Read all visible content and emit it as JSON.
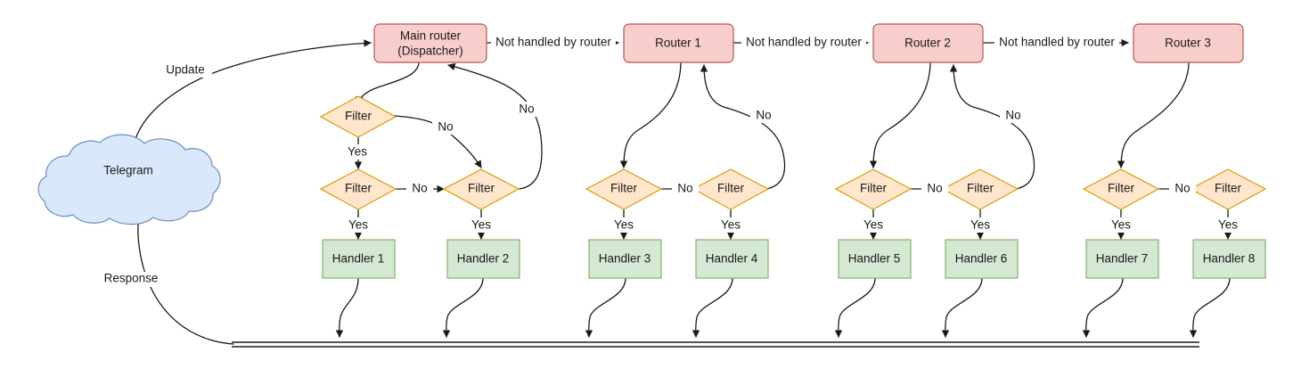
{
  "diagram": {
    "title": "Telegram bot update routing flow",
    "colors": {
      "router_fill": "#f8cecc",
      "router_stroke": "#b85450",
      "filter_fill": "#ffe6cc",
      "filter_stroke": "#d79b00",
      "handler_fill": "#d5e8d4",
      "handler_stroke": "#82b366",
      "cloud_fill": "#dae8fc",
      "cloud_stroke": "#6c8ebf",
      "edge_stroke": "#1a1a1a",
      "text": "#1a1a1a"
    },
    "source": {
      "name": "telegram-cloud",
      "label": "Telegram"
    },
    "routers": [
      {
        "name": "main-router",
        "label_line1": "Main router",
        "label_line2": "(Dispatcher)"
      },
      {
        "name": "router-1",
        "label_line1": "Router 1",
        "label_line2": ""
      },
      {
        "name": "router-2",
        "label_line1": "Router 2",
        "label_line2": ""
      },
      {
        "name": "router-3",
        "label_line1": "Router 3",
        "label_line2": ""
      }
    ],
    "filters": [
      {
        "name": "filter-main-top",
        "label": "Filter"
      },
      {
        "name": "filter-main-left",
        "label": "Filter"
      },
      {
        "name": "filter-main-right",
        "label": "Filter"
      },
      {
        "name": "filter-r1-left",
        "label": "Filter"
      },
      {
        "name": "filter-r1-right",
        "label": "Filter"
      },
      {
        "name": "filter-r2-left",
        "label": "Filter"
      },
      {
        "name": "filter-r2-right",
        "label": "Filter"
      },
      {
        "name": "filter-r3-left",
        "label": "Filter"
      },
      {
        "name": "filter-r3-right",
        "label": "Filter"
      }
    ],
    "handlers": [
      {
        "name": "handler-1",
        "label": "Handler 1"
      },
      {
        "name": "handler-2",
        "label": "Handler 2"
      },
      {
        "name": "handler-3",
        "label": "Handler 3"
      },
      {
        "name": "handler-4",
        "label": "Handler 4"
      },
      {
        "name": "handler-5",
        "label": "Handler 5"
      },
      {
        "name": "handler-6",
        "label": "Handler 6"
      },
      {
        "name": "handler-7",
        "label": "Handler 7"
      },
      {
        "name": "handler-8",
        "label": "Handler 8"
      }
    ],
    "edge_labels": {
      "update": "Update",
      "response": "Response",
      "not_handled_1": "Not handled by router",
      "not_handled_2": "Not handled by router",
      "not_handled_3": "Not handled by router",
      "yes": "Yes",
      "no": "No",
      "main_filter_top_yes": "Yes",
      "main_filter_top_no": "No",
      "main_filter_left_no": "No",
      "main_filter_right_no": "No",
      "main_filter_left_yes": "Yes",
      "main_filter_right_yes": "Yes",
      "r1_filter_left_no": "No",
      "r1_filter_right_no": "No",
      "r1_filter_left_yes": "Yes",
      "r1_filter_right_yes": "Yes",
      "r2_filter_left_no": "No",
      "r2_filter_right_no": "No",
      "r2_filter_left_yes": "Yes",
      "r2_filter_right_yes": "Yes",
      "r3_filter_left_no": "No",
      "r3_filter_left_yes": "Yes",
      "r3_filter_right_yes": "Yes"
    }
  }
}
